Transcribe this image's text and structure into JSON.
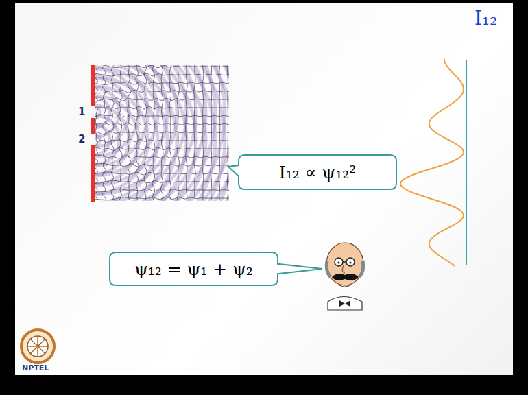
{
  "diagram": {
    "nodes": [
      {
        "text": [
          "I₁₂ ∝ ψ₁₂²"
        ]
      },
      {
        "text": [
          "ψ₁₂ = ψ₁ + ψ₂"
        ]
      }
    ],
    "labels": [
      "I₁₂",
      "1",
      "2",
      "NPTEL"
    ]
  }
}
